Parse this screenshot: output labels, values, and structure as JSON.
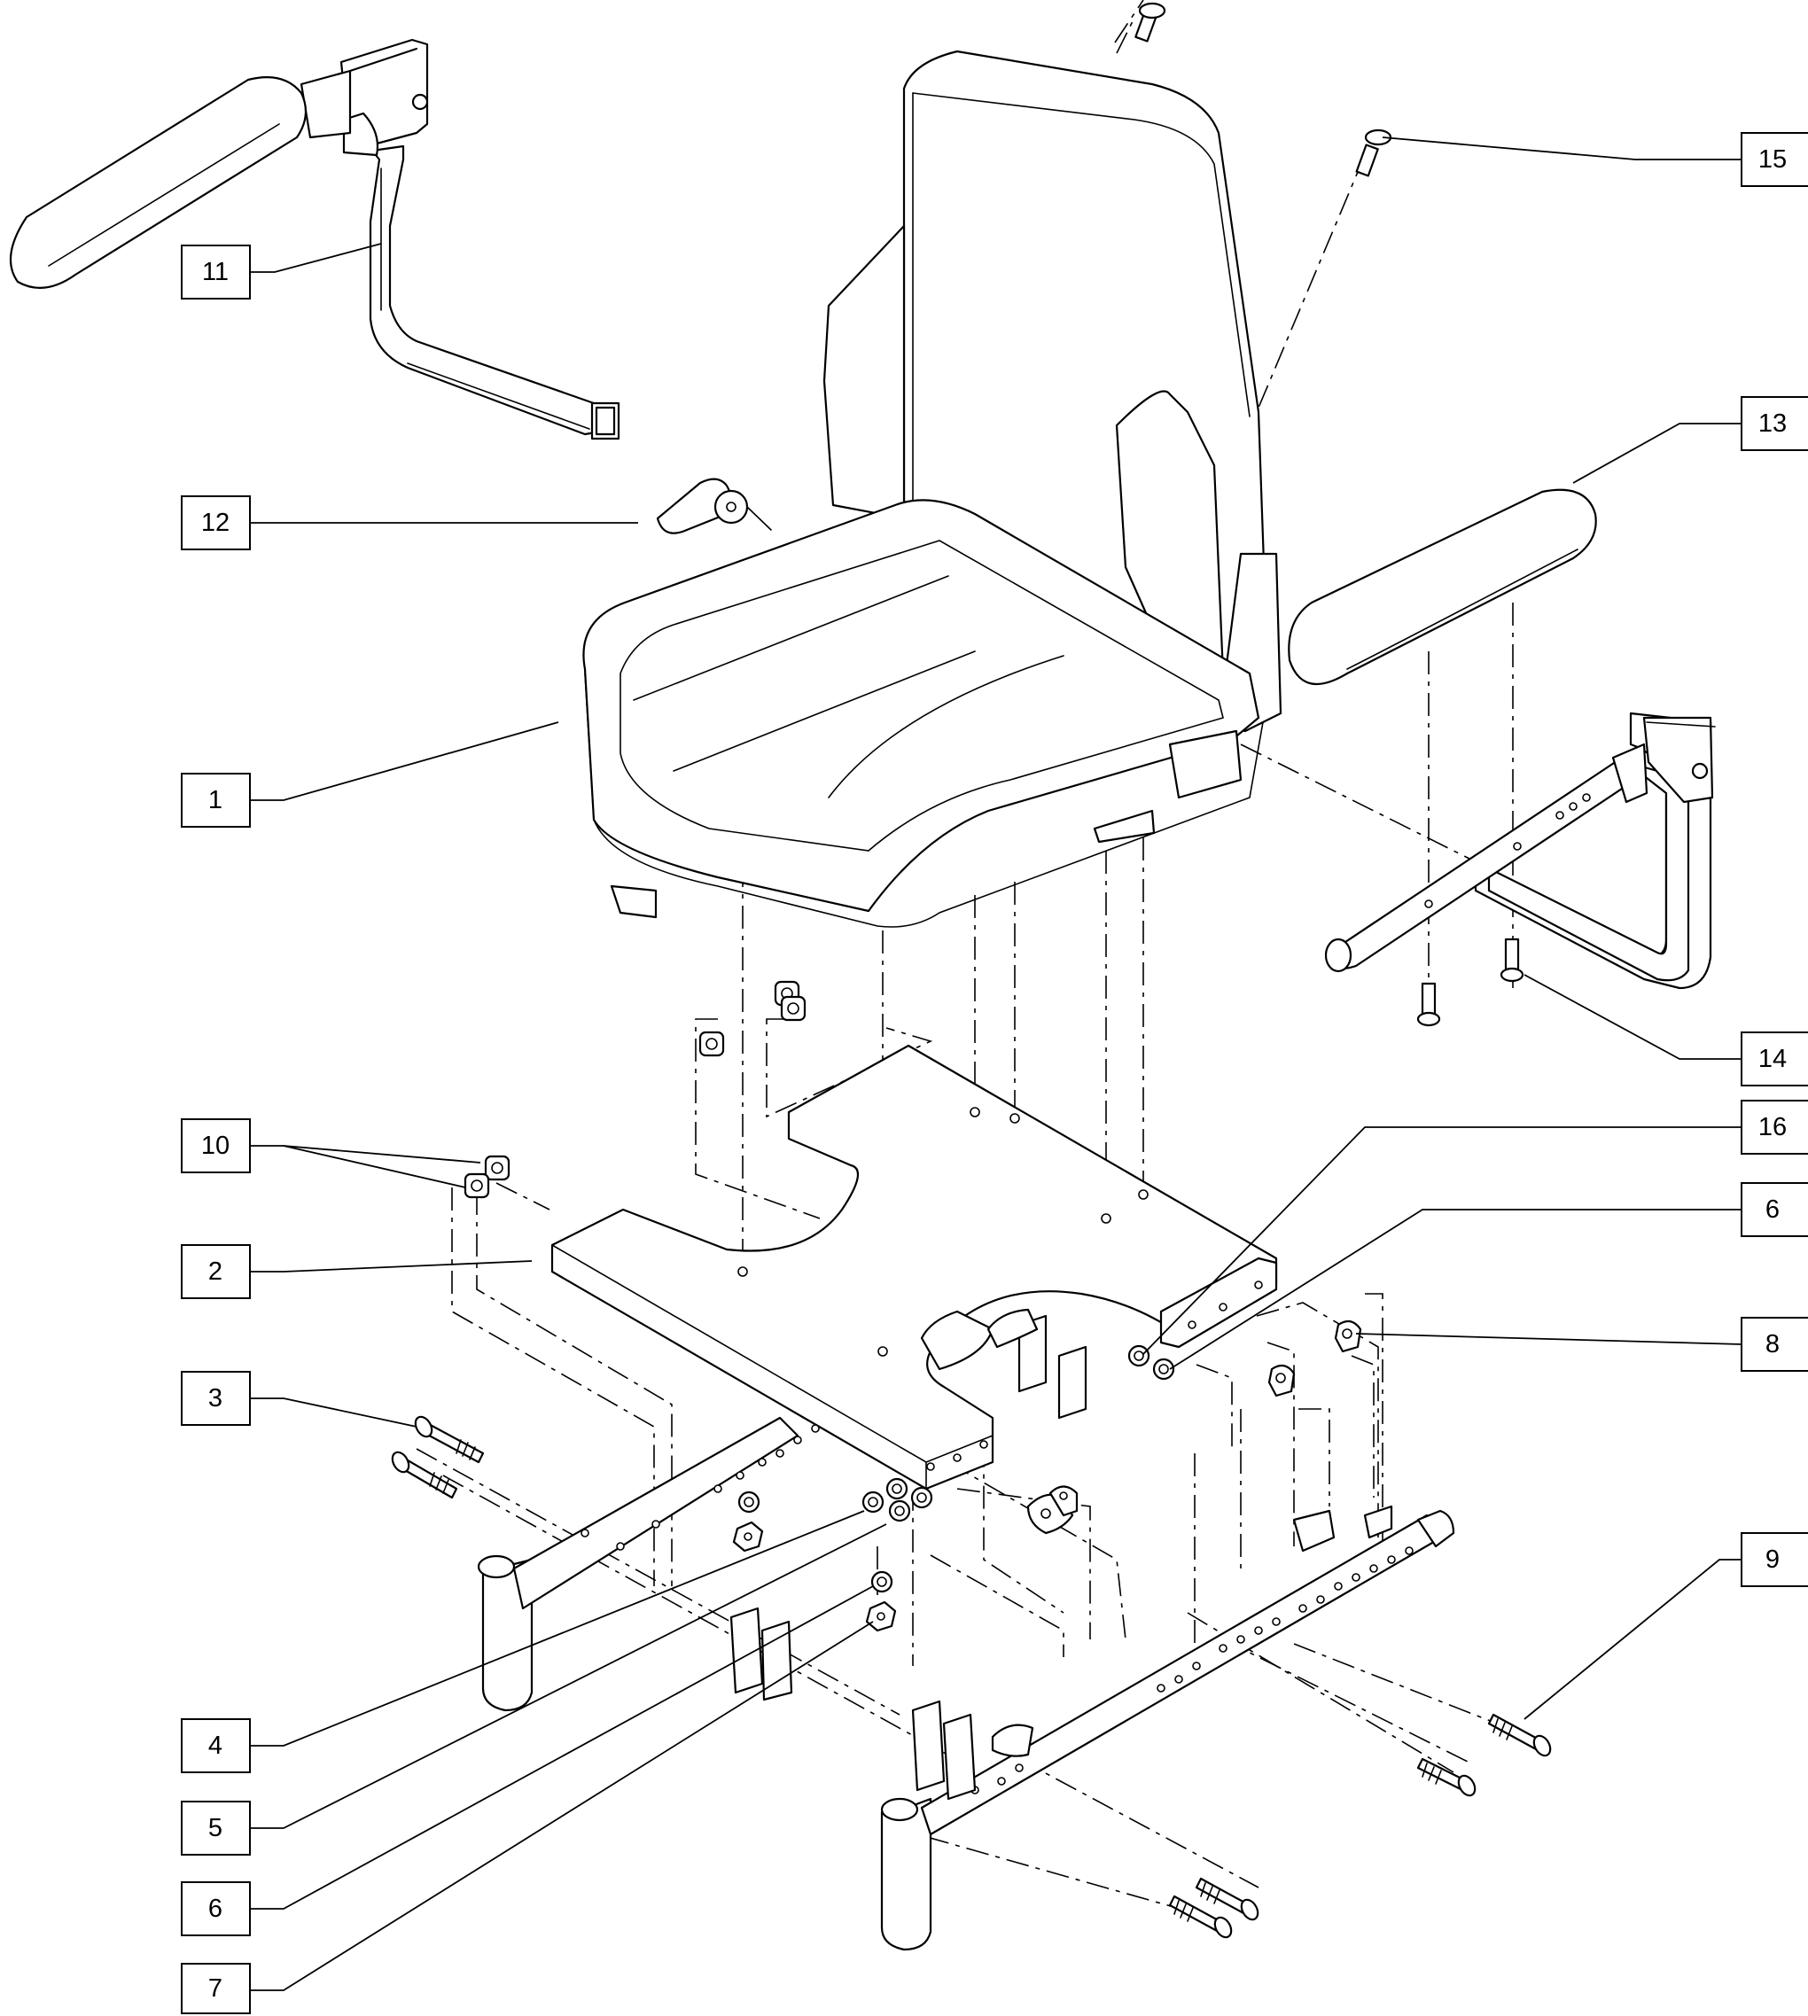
{
  "diagram": {
    "callouts": [
      {
        "id": "c11",
        "label": "11"
      },
      {
        "id": "c12",
        "label": "12"
      },
      {
        "id": "c1",
        "label": "1"
      },
      {
        "id": "c10",
        "label": "10"
      },
      {
        "id": "c2",
        "label": "2"
      },
      {
        "id": "c3",
        "label": "3"
      },
      {
        "id": "c4",
        "label": "4"
      },
      {
        "id": "c5",
        "label": "5"
      },
      {
        "id": "c6a",
        "label": "6"
      },
      {
        "id": "c7",
        "label": "7"
      },
      {
        "id": "c15",
        "label": "15"
      },
      {
        "id": "c13",
        "label": "13"
      },
      {
        "id": "c14",
        "label": "14"
      },
      {
        "id": "c16",
        "label": "16"
      },
      {
        "id": "c6b",
        "label": "6"
      },
      {
        "id": "c8",
        "label": "8"
      },
      {
        "id": "c9",
        "label": "9"
      }
    ],
    "line_color": "#000000",
    "background": "#ffffff"
  }
}
